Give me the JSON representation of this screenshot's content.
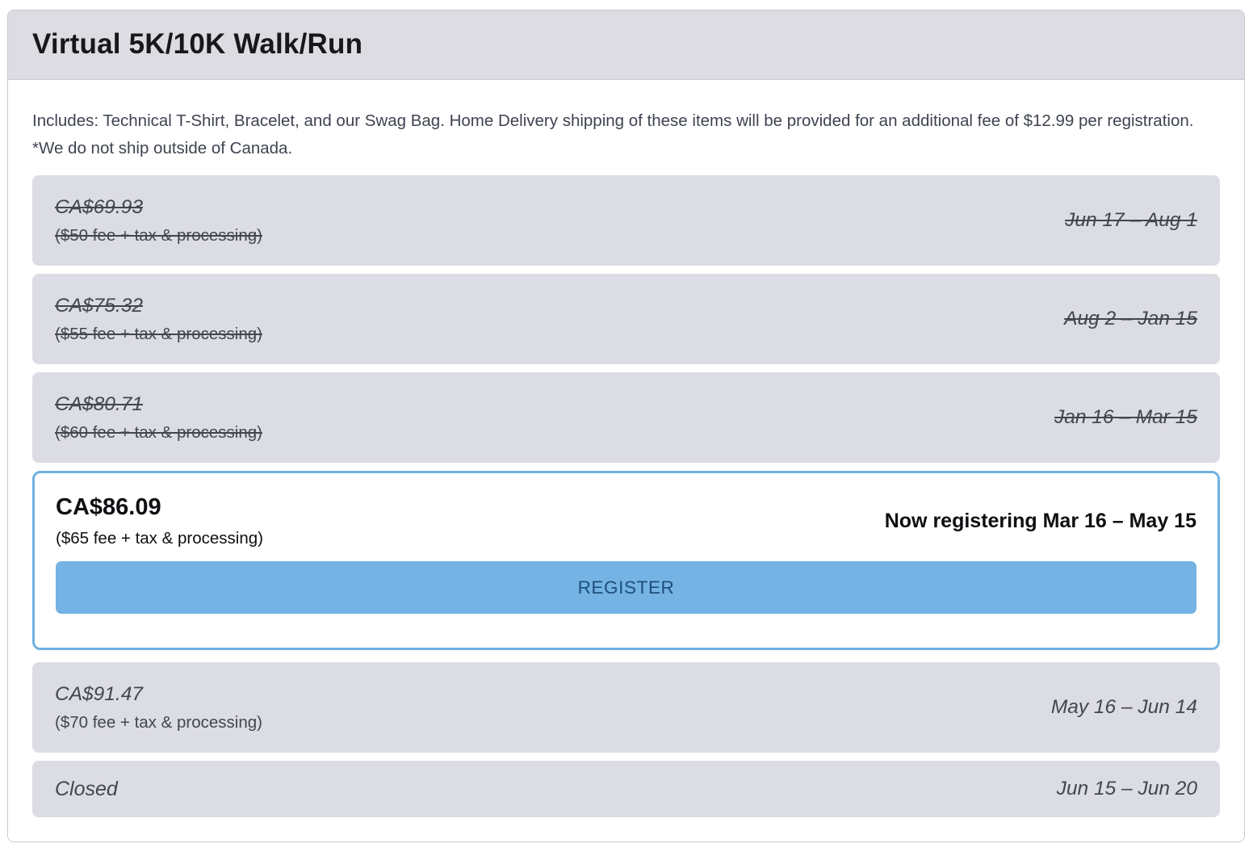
{
  "page": {
    "title": "Virtual 5K/10K Walk/Run",
    "description": "Includes: Technical T-Shirt, Bracelet, and our Swag Bag. Home Delivery shipping of these items will be provided for an additional fee of $12.99 per registration. *We do not ship outside of Canada."
  },
  "pricing_tiers": [
    {
      "price": "CA$69.93",
      "fee": "($50 fee + tax & processing)",
      "dates": "Jun 17 – Aug 1",
      "status": "past"
    },
    {
      "price": "CA$75.32",
      "fee": "($55 fee + tax & processing)",
      "dates": "Aug 2 – Jan 15",
      "status": "past"
    },
    {
      "price": "CA$80.71",
      "fee": "($60 fee + tax & processing)",
      "dates": "Jan 16 – Mar 15",
      "status": "past"
    },
    {
      "price": "CA$86.09",
      "fee": "($65 fee + tax & processing)",
      "dates": "Now registering Mar 16 – May 15",
      "status": "active",
      "button_label": "REGISTER"
    },
    {
      "price": "CA$91.47",
      "fee": "($70 fee + tax & processing)",
      "dates": "May 16 – Jun 14",
      "status": "future"
    },
    {
      "price": "Closed",
      "fee": null,
      "dates": "Jun 15 – Jun 20",
      "status": "closed"
    }
  ],
  "colors": {
    "header_bg": "#dcdce2",
    "tier_bg": "#dcdce4",
    "card_border": "#c9cad0",
    "active_border": "#70b0e0",
    "button_bg": "#74b3e3",
    "button_text": "#1e4e79",
    "text_dark": "#17181b",
    "text_body": "#3e4350",
    "text_muted": "#43454f",
    "text_black": "#0e0f12"
  }
}
